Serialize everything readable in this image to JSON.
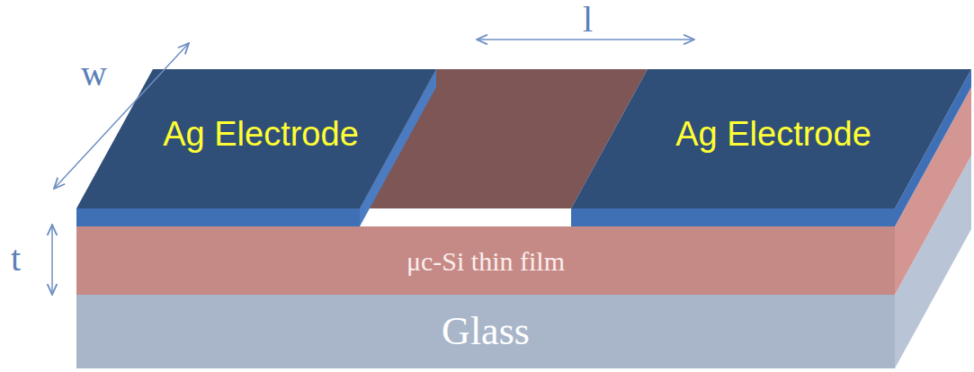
{
  "diagram": {
    "nodes": [
      {
        "text": [
          "Ag Electrode"
        ]
      },
      {
        "text": [
          "Ag Electrode"
        ]
      },
      {
        "text": [
          "μc-Si thin film"
        ]
      },
      {
        "text": [
          "Glass"
        ]
      }
    ],
    "labels": [
      "w",
      "l",
      "t"
    ]
  }
}
